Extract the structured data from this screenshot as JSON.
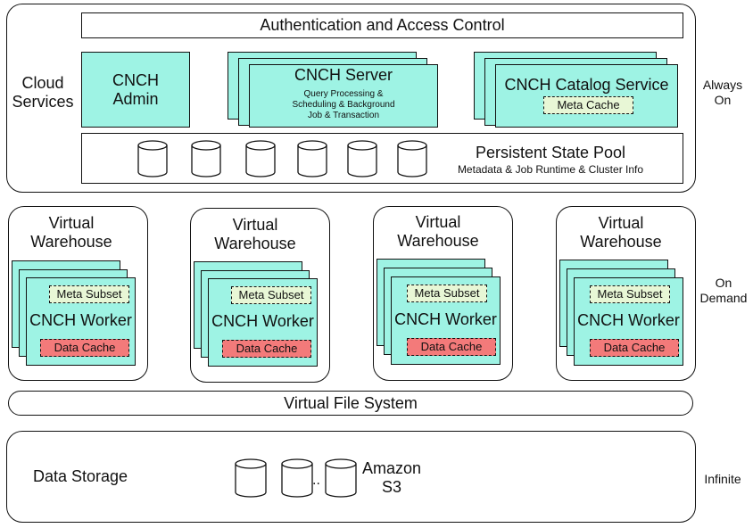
{
  "cloud_services": {
    "label": "Cloud Services",
    "auth": "Authentication and Access Control",
    "admin": "CNCH Admin",
    "server": {
      "title": "CNCH Server",
      "desc": "Query Processing & Scheduling & Background Job & Transaction"
    },
    "catalog": {
      "title": "CNCH Catalog Service",
      "cache": "Meta Cache"
    },
    "state_pool": {
      "title": "Persistent State Pool",
      "desc": "Metadata & Job Runtime & Cluster Info"
    }
  },
  "side_labels": {
    "always_on": "Always On",
    "on_demand": "On Demand",
    "infinite": "Infinite"
  },
  "warehouses": [
    {
      "title": "Virtual Warehouse",
      "meta": "Meta Subset",
      "worker": "CNCH Worker",
      "cache": "Data Cache"
    },
    {
      "title": "Virtual Warehouse",
      "meta": "Meta Subset",
      "worker": "CNCH Worker",
      "cache": "Data Cache"
    },
    {
      "title": "Virtual Warehouse",
      "meta": "Meta Subset",
      "worker": "CNCH Worker",
      "cache": "Data Cache"
    },
    {
      "title": "Virtual Warehouse",
      "meta": "Meta Subset",
      "worker": "CNCH Worker",
      "cache": "Data Cache"
    }
  ],
  "vfs": "Virtual File System",
  "storage": {
    "label": "Data Storage",
    "dots": "..",
    "target": "Amazon S3"
  },
  "colors": {
    "teal": "#9ef3e4",
    "meta_green": "#e8f7d6",
    "cache_red": "#f37a7a"
  }
}
